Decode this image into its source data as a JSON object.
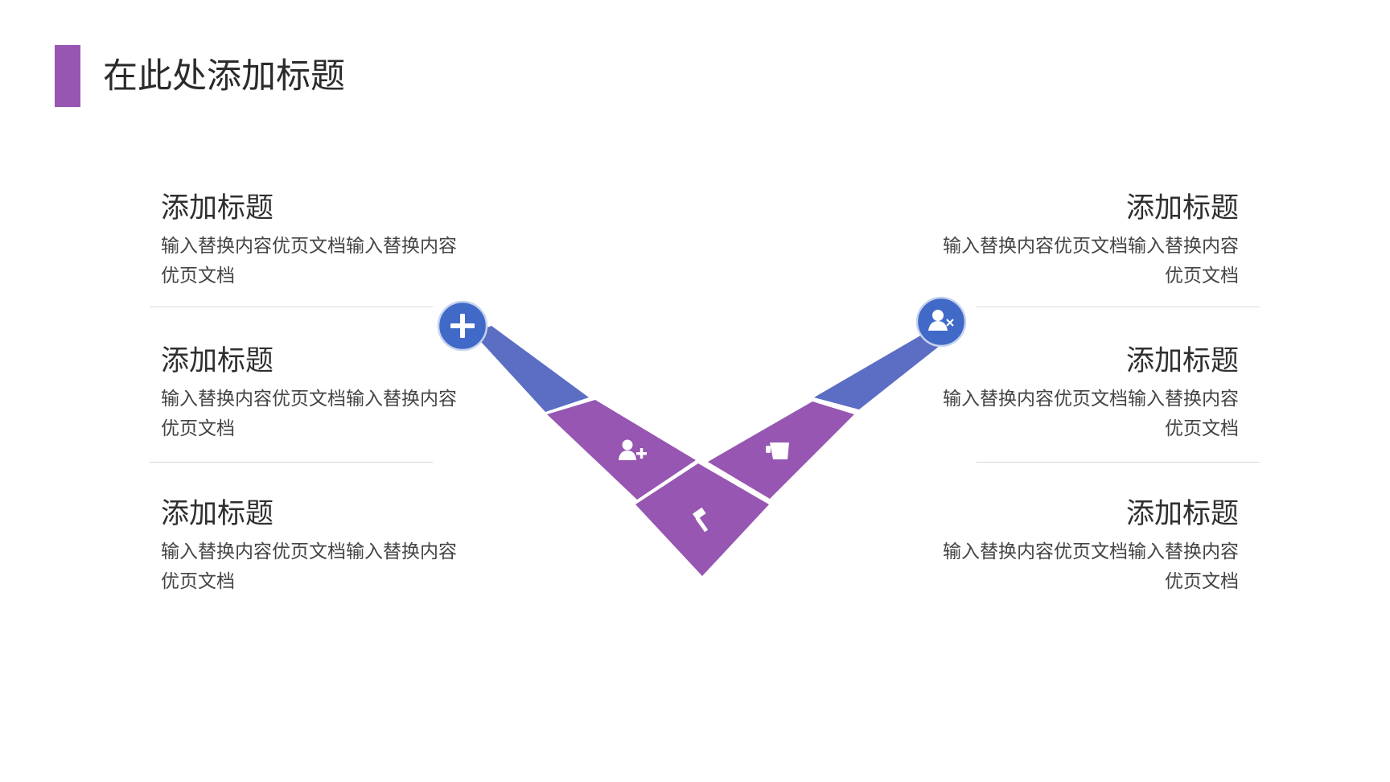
{
  "page": {
    "title": "在此处添加标题"
  },
  "colors": {
    "accent_purple": "#9656b1",
    "accent_blue": "#5b6ec4",
    "circle_blue": "#4169c7",
    "divider": "#d9d9d9",
    "text": "#333333"
  },
  "left_items": [
    {
      "title": "添加标题",
      "desc": "输入替换内容优页文档输入替换内容优页文档"
    },
    {
      "title": "添加标题",
      "desc": "输入替换内容优页文档输入替换内容优页文档"
    },
    {
      "title": "添加标题",
      "desc": "输入替换内容优页文档输入替换内容优页文档"
    }
  ],
  "right_items": [
    {
      "title": "添加标题",
      "desc": "输入替换内容优页文档输入替换内容优页文档"
    },
    {
      "title": "添加标题",
      "desc": "输入替换内容优页文档输入替换内容优页文档"
    },
    {
      "title": "添加标题",
      "desc": "输入替换内容优页文档输入替换内容优页文档"
    }
  ],
  "icons": {
    "left_circle": "plus-icon",
    "right_circle": "remove-user-icon",
    "segment_left": "add-user-icon",
    "segment_bottom": "gavel-icon",
    "segment_right": "cup-icon"
  }
}
